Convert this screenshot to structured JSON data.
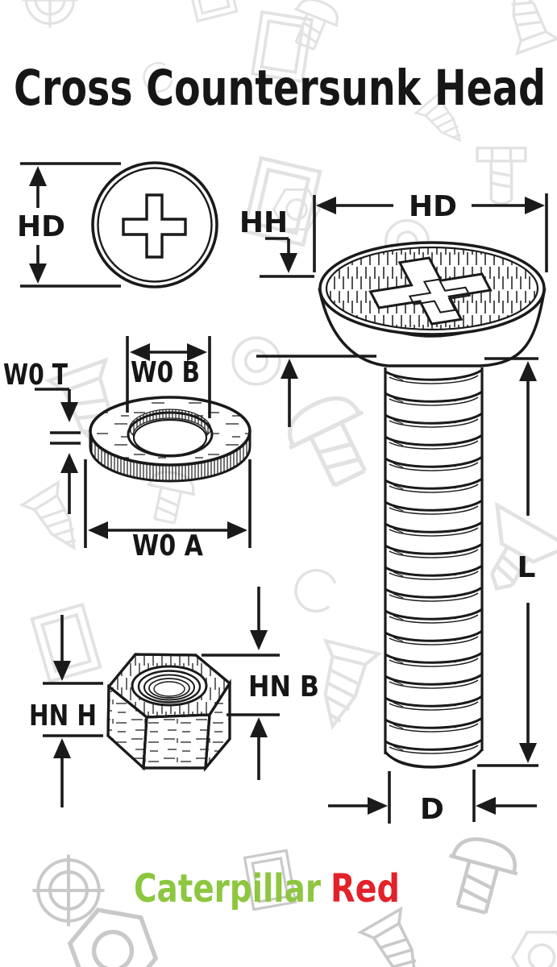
{
  "title": "Cross Countersunk Head",
  "labels": {
    "hd_top": "HD",
    "hh": "HH",
    "hd_side": "HD",
    "w0t": "W0 T",
    "w0b": "W0 B",
    "w0a": "W0 A",
    "hnh": "HN H",
    "hnb": "HN B",
    "l": "L",
    "d": "D"
  },
  "brand": {
    "name": "Caterpillar",
    "variant": "Red",
    "name_color": "#8dc63f",
    "variant_color": "#e2222a"
  },
  "colors": {
    "ink": "#1a1a1a",
    "watermark_light": "#e2e2e2",
    "watermark_dark": "#c9c9c9",
    "background": "#ffffff"
  }
}
